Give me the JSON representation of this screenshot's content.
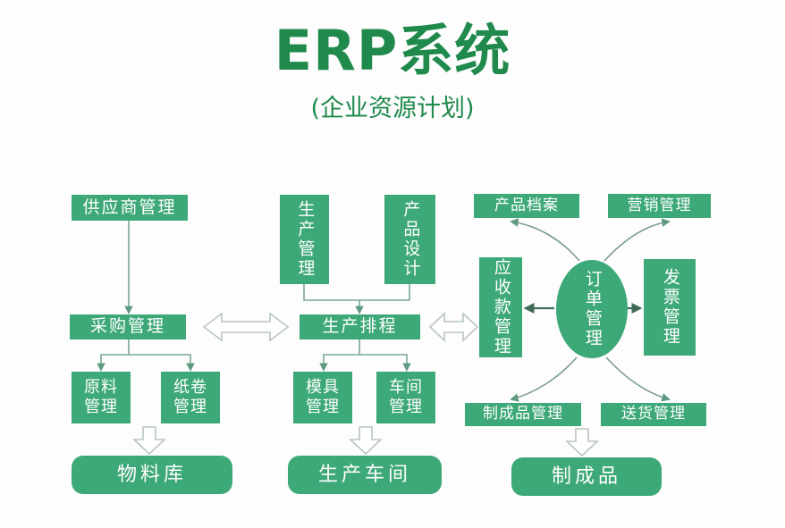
{
  "title": {
    "main": "ERP系统",
    "sub": "(企业资源计划)",
    "color": "#1f8a4c"
  },
  "theme": {
    "node_fill": "#3da878",
    "node_text": "#ffffff",
    "thin_connector": "#7aa894",
    "hollow_arrow_fill": "#ffffff",
    "hollow_arrow_stroke": "#b8c6bf",
    "background": "#fdfdfd"
  },
  "nodes": {
    "supplier_mgmt": "供应商管理",
    "purchase_mgmt": "采购管理",
    "material_mgmt": "原料\n管理",
    "paperroll_mgmt": "纸卷\n管理",
    "material_store": "物料库",
    "production_mgmt": "生产管理",
    "product_design": "产品设计",
    "production_schedule": "生产排程",
    "mold_mgmt": "模具\n管理",
    "workshop_mgmt": "车间\n管理",
    "production_workshop": "生产车间",
    "product_archive": "产品档案",
    "marketing_mgmt": "营销管理",
    "receivable_mgmt": "应收款管理",
    "order_mgmt": "订单管理",
    "invoice_mgmt": "发票管理",
    "finished_goods_mgmt": "制成品管理",
    "delivery_mgmt": "送货管理",
    "finished_goods": "制成品"
  },
  "connectors": {
    "supplier_to_purchase": "arrow-down",
    "purchase_to_material": "arrow-down-split",
    "purchase_to_paperroll": "arrow-down-split",
    "materials_to_store": "hollow-arrow-down",
    "production_to_schedule": "arrow-down-join",
    "design_to_schedule": "arrow-down-join",
    "schedule_to_mold": "arrow-down-split",
    "schedule_to_workshop": "arrow-down-split",
    "mold_workshop_to_workshop_store": "hollow-arrow-down",
    "purchase_schedule_link": "hollow-arrow-left-right",
    "schedule_receivable_link": "hollow-arrow-left-right",
    "order_to_receivable": "arrow-left",
    "order_to_invoice": "arrow-right",
    "order_to_archive": "curved-arrow-up-left",
    "order_to_marketing": "curved-arrow-up-right",
    "order_to_finished_mgmt": "curved-arrow-down-left",
    "order_to_delivery": "curved-arrow-down-right",
    "finished_to_goods": "hollow-arrow-down"
  }
}
